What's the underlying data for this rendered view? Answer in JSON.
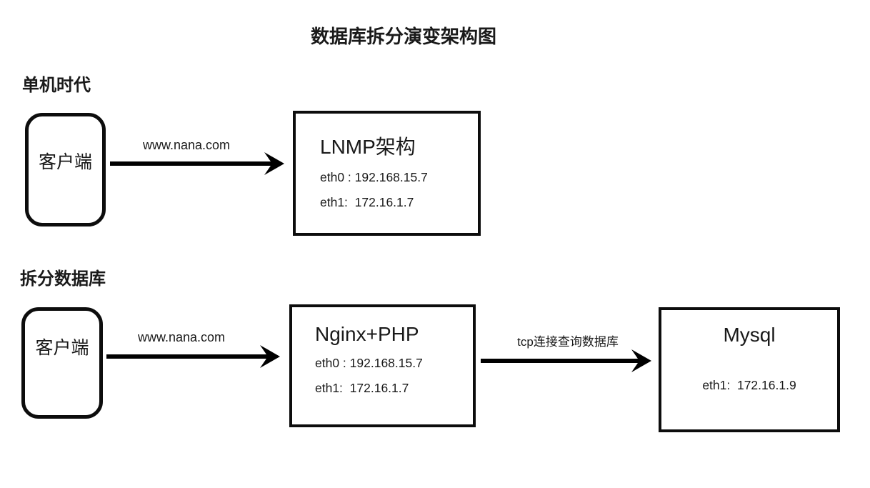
{
  "diagram": {
    "title": "数据库拆分演变架构图",
    "colors": {
      "line": "#000000",
      "text": "#1a1a1a",
      "background": "#ffffff"
    },
    "sections": [
      {
        "heading": "单机时代",
        "client": {
          "label": "客户端"
        },
        "request_link": {
          "label": "www.nana.com"
        },
        "server": {
          "title": "LNMP架构",
          "interfaces": [
            "eth0 : 192.168.15.7",
            "eth1:  172.16.1.7"
          ]
        }
      },
      {
        "heading": "拆分数据库",
        "client": {
          "label": "客户端"
        },
        "request_link": {
          "label": "www.nana.com"
        },
        "server": {
          "title": "Nginx+PHP",
          "interfaces": [
            "eth0 : 192.168.15.7",
            "eth1:  172.16.1.7"
          ]
        },
        "db_link": {
          "label": "tcp连接查询数据库"
        },
        "database": {
          "title": "Mysql",
          "interfaces": [
            "eth1:  172.16.1.9"
          ]
        }
      }
    ]
  }
}
